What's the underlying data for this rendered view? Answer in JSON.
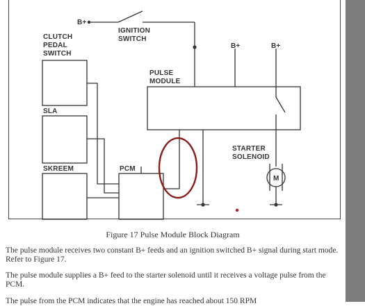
{
  "diagram": {
    "labels": {
      "b_plus_top": "B+",
      "ignition_switch_1": "IGNITION",
      "ignition_switch_2": "SWITCH",
      "clutch_1": "CLUTCH",
      "clutch_2": "PEDAL",
      "clutch_3": "SWITCH",
      "b_plus_mid": "B+",
      "b_plus_right": "B+",
      "pulse_module_1": "PULSE",
      "pulse_module_2": "MODULE",
      "sla": "SLA",
      "skreem": "SKREEM",
      "pcm": "PCM",
      "starter_1": "STARTER",
      "starter_2": "SOLENOID",
      "motor": "M"
    },
    "annotation_color": "#8b1a1a"
  },
  "caption": "Figure 17 Pulse Module Block Diagram",
  "paragraphs": [
    "The pulse module receives two constant B+ feeds and an ignition switched B+ signal during start mode. Refer to Figure 17.",
    "The pulse module supplies a B+ feed to the starter solenoid until it receives a voltage pulse from the PCM.",
    "The pulse from the PCM indicates that the engine has reached about 150 RPM"
  ]
}
